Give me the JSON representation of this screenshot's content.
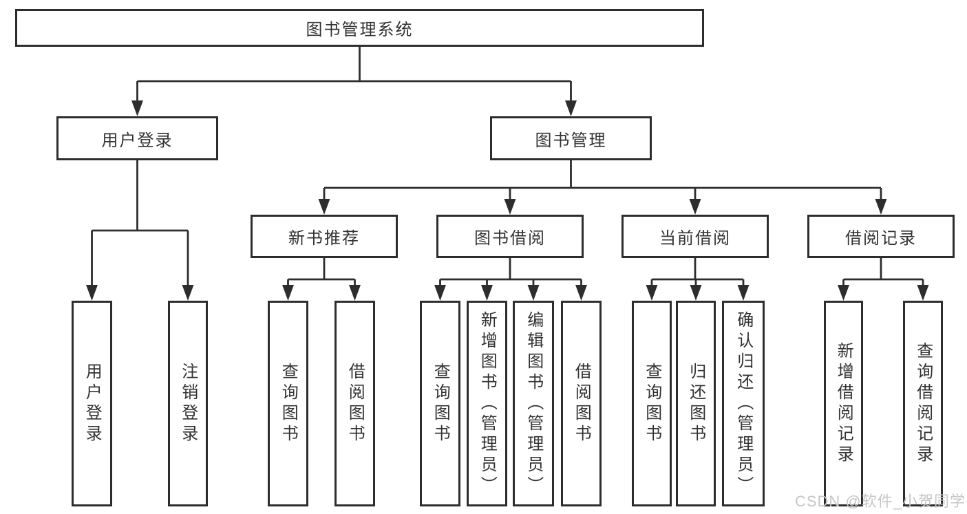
{
  "colors": {
    "line": "#2d2d2d",
    "box_border": "#2d2d2d",
    "box_fill": "#ffffff",
    "text": "#333333",
    "watermark": "#c6c6c6",
    "background": "#ffffff"
  },
  "root": {
    "label": "图书管理系统"
  },
  "level2": [
    {
      "label": "用户登录"
    },
    {
      "label": "图书管理"
    }
  ],
  "level3": [
    {
      "label": "新书推荐"
    },
    {
      "label": "图书借阅"
    },
    {
      "label": "当前借阅"
    },
    {
      "label": "借阅记录"
    }
  ],
  "leaves": {
    "user_login": [
      {
        "label": "用户登录"
      },
      {
        "label": "注销登录"
      }
    ],
    "new_book": [
      {
        "label": "查询图书"
      },
      {
        "label": "借阅图书"
      }
    ],
    "book_borrow": [
      {
        "label": "查询图书"
      },
      {
        "label": "新增图书（管理员）"
      },
      {
        "label": "编辑图书（管理员）"
      },
      {
        "label": "借阅图书"
      }
    ],
    "current_borrow": [
      {
        "label": "查询图书"
      },
      {
        "label": "归还图书"
      },
      {
        "label": "确认归还（管理员）"
      }
    ],
    "borrow_record": [
      {
        "label": "新增借阅记录"
      },
      {
        "label": "查询借阅记录"
      }
    ]
  },
  "watermark": {
    "text": "CSDN @软件_小贺同学"
  }
}
